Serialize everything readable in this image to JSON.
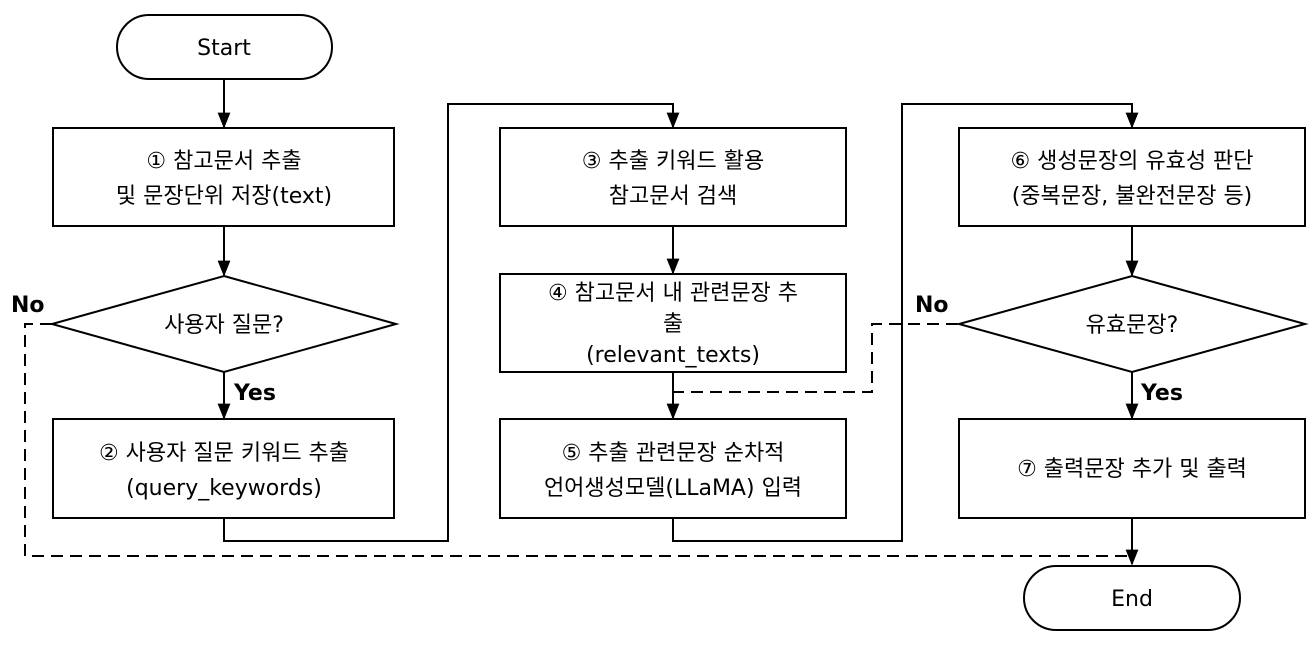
{
  "nodes": {
    "start": "Start",
    "step1": [
      "① 참고문서 추출",
      "및 문장단위 저장(text)"
    ],
    "decision_user_question": "사용자 질문?",
    "step2": [
      "② 사용자 질문 키워드 추출",
      "(query_keywords)"
    ],
    "step3": [
      "③ 추출 키워드 활용",
      "참고문서 검색"
    ],
    "step4": [
      "④ 참고문서 내 관련문장 추",
      "출",
      "(relevant_texts)"
    ],
    "step5": [
      "⑤ 추출 관련문장 순차적",
      "언어생성모델(LLaMA) 입력"
    ],
    "step6": [
      "⑥ 생성문장의 유효성 판단",
      "(중복문장, 불완전문장 등)"
    ],
    "decision_valid": "유효문장?",
    "step7": "⑦ 출력문장 추가 및 출력",
    "end": "End"
  },
  "labels": {
    "user_question_yes": "Yes",
    "user_question_no": "No",
    "valid_yes": "Yes",
    "valid_no": "No"
  }
}
